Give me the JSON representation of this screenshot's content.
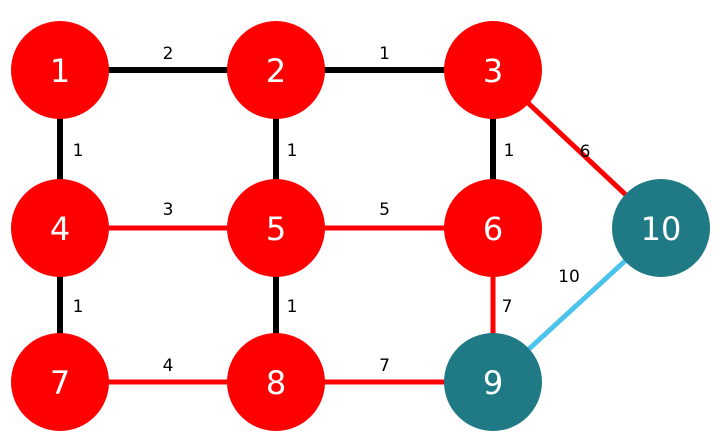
{
  "colors": {
    "red_node": "#ff0000",
    "teal_node": "#1f7a86",
    "black_edge": "#000000",
    "red_edge": "#ff0000",
    "blue_edge": "#4cc3ec",
    "node_text": "#ffffff",
    "edge_text": "#000000"
  },
  "nodes": [
    {
      "id": "1",
      "label": "1",
      "style": "red"
    },
    {
      "id": "2",
      "label": "2",
      "style": "red"
    },
    {
      "id": "3",
      "label": "3",
      "style": "red"
    },
    {
      "id": "4",
      "label": "4",
      "style": "red"
    },
    {
      "id": "5",
      "label": "5",
      "style": "red"
    },
    {
      "id": "6",
      "label": "6",
      "style": "red"
    },
    {
      "id": "7",
      "label": "7",
      "style": "red"
    },
    {
      "id": "8",
      "label": "8",
      "style": "red"
    },
    {
      "id": "9",
      "label": "9",
      "style": "teal"
    },
    {
      "id": "10",
      "label": "10",
      "style": "teal"
    }
  ],
  "edges": [
    {
      "from": "1",
      "to": "2",
      "weight": "2",
      "style": "black"
    },
    {
      "from": "2",
      "to": "3",
      "weight": "1",
      "style": "black"
    },
    {
      "from": "1",
      "to": "4",
      "weight": "1",
      "style": "black"
    },
    {
      "from": "2",
      "to": "5",
      "weight": "1",
      "style": "black"
    },
    {
      "from": "3",
      "to": "6",
      "weight": "1",
      "style": "black"
    },
    {
      "from": "3",
      "to": "10",
      "weight": "6",
      "style": "red"
    },
    {
      "from": "4",
      "to": "5",
      "weight": "3",
      "style": "red"
    },
    {
      "from": "5",
      "to": "6",
      "weight": "5",
      "style": "red"
    },
    {
      "from": "4",
      "to": "7",
      "weight": "1",
      "style": "black"
    },
    {
      "from": "5",
      "to": "8",
      "weight": "1",
      "style": "black"
    },
    {
      "from": "6",
      "to": "9",
      "weight": "7",
      "style": "red"
    },
    {
      "from": "9",
      "to": "10",
      "weight": "10",
      "style": "blue"
    },
    {
      "from": "7",
      "to": "8",
      "weight": "4",
      "style": "red"
    },
    {
      "from": "8",
      "to": "9",
      "weight": "7",
      "style": "red"
    }
  ]
}
